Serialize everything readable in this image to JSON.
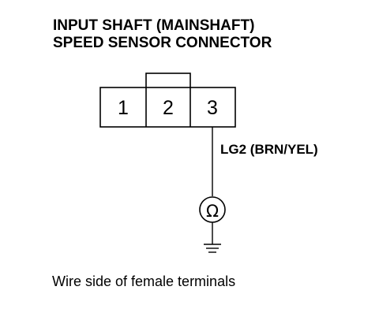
{
  "title": {
    "line1": "INPUT SHAFT (MAINSHAFT)",
    "line2": "SPEED SENSOR CONNECTOR"
  },
  "connector": {
    "pins": [
      "1",
      "2",
      "3"
    ]
  },
  "wire": {
    "label": "LG2 (BRN/YEL)"
  },
  "meter": {
    "symbol": "Ω"
  },
  "caption": "Wire side of female terminals"
}
